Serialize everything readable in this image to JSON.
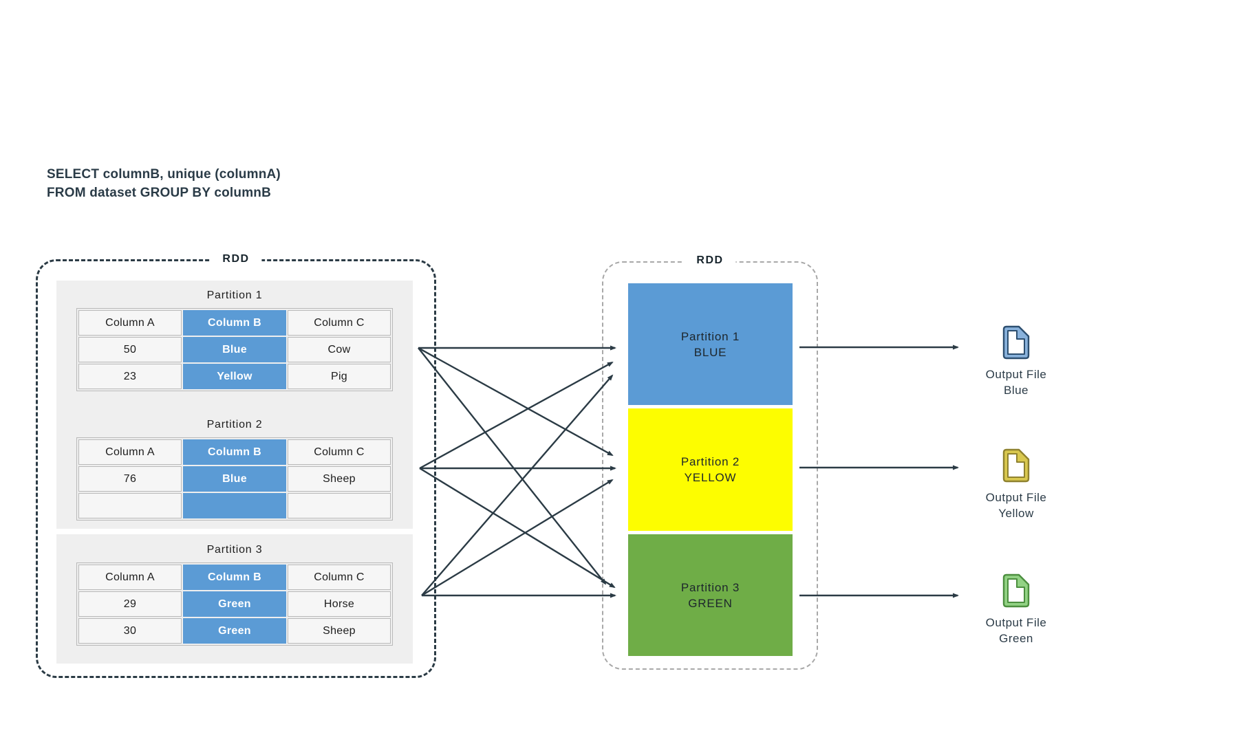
{
  "query": {
    "line1": "SELECT columnB, unique (columnA)",
    "line2": "FROM dataset GROUP BY columnB"
  },
  "left_rdd": {
    "label": "RDD",
    "partitions": [
      {
        "title": "Partition 1",
        "headers": [
          "Column A",
          "Column B",
          "Column C"
        ],
        "rows": [
          [
            "50",
            "Blue",
            "Cow"
          ],
          [
            "23",
            "Yellow",
            "Pig"
          ]
        ]
      },
      {
        "title": "Partition 2",
        "headers": [
          "Column A",
          "Column B",
          "Column C"
        ],
        "rows": [
          [
            "76",
            "Blue",
            "Sheep"
          ],
          [
            "",
            "",
            ""
          ]
        ]
      },
      {
        "title": "Partition 3",
        "headers": [
          "Column A",
          "Column B",
          "Column C"
        ],
        "rows": [
          [
            "29",
            "Green",
            "Horse"
          ],
          [
            "30",
            "Green",
            "Sheep"
          ]
        ]
      }
    ]
  },
  "right_rdd": {
    "label": "RDD",
    "partitions": [
      {
        "line1": "Partition 1",
        "line2": "BLUE",
        "color": "#5b9bd5"
      },
      {
        "line1": "Partition 2",
        "line2": "YELLOW",
        "color": "#fdfd00"
      },
      {
        "line1": "Partition 3",
        "line2": "GREEN",
        "color": "#6fad47"
      }
    ]
  },
  "outputs": [
    {
      "line1": "Output File",
      "line2": "Blue",
      "icon": "file-icon-blue",
      "icon_fill": "#89b2dc",
      "icon_stroke": "#2d4f70"
    },
    {
      "line1": "Output File",
      "line2": "Yellow",
      "icon": "file-icon-yellow",
      "icon_fill": "#d9c84f",
      "icon_stroke": "#8f822f"
    },
    {
      "line1": "Output File",
      "line2": "Green",
      "icon": "file-icon-green",
      "icon_fill": "#92d284",
      "icon_stroke": "#4c8f3f"
    }
  ],
  "connections": {
    "shuffle": [
      {
        "from": "Partition 1",
        "to": "Partition 1 BLUE"
      },
      {
        "from": "Partition 1",
        "to": "Partition 2 YELLOW"
      },
      {
        "from": "Partition 1",
        "to": "Partition 3 GREEN"
      },
      {
        "from": "Partition 2",
        "to": "Partition 1 BLUE"
      },
      {
        "from": "Partition 2",
        "to": "Partition 2 YELLOW"
      },
      {
        "from": "Partition 2",
        "to": "Partition 3 GREEN"
      },
      {
        "from": "Partition 3",
        "to": "Partition 1 BLUE"
      },
      {
        "from": "Partition 3",
        "to": "Partition 2 YELLOW"
      },
      {
        "from": "Partition 3",
        "to": "Partition 3 GREEN"
      }
    ],
    "output": [
      {
        "from": "Partition 1 BLUE",
        "to": "Output File Blue"
      },
      {
        "from": "Partition 2 YELLOW",
        "to": "Output File Yellow"
      },
      {
        "from": "Partition 3 GREEN",
        "to": "Output File Green"
      }
    ]
  },
  "colors": {
    "accent_blue": "#5b9bd5",
    "accent_yellow": "#fdfd00",
    "accent_green": "#6fad47",
    "dark_slate": "#2b3b45",
    "panel_gray": "#efefef"
  }
}
